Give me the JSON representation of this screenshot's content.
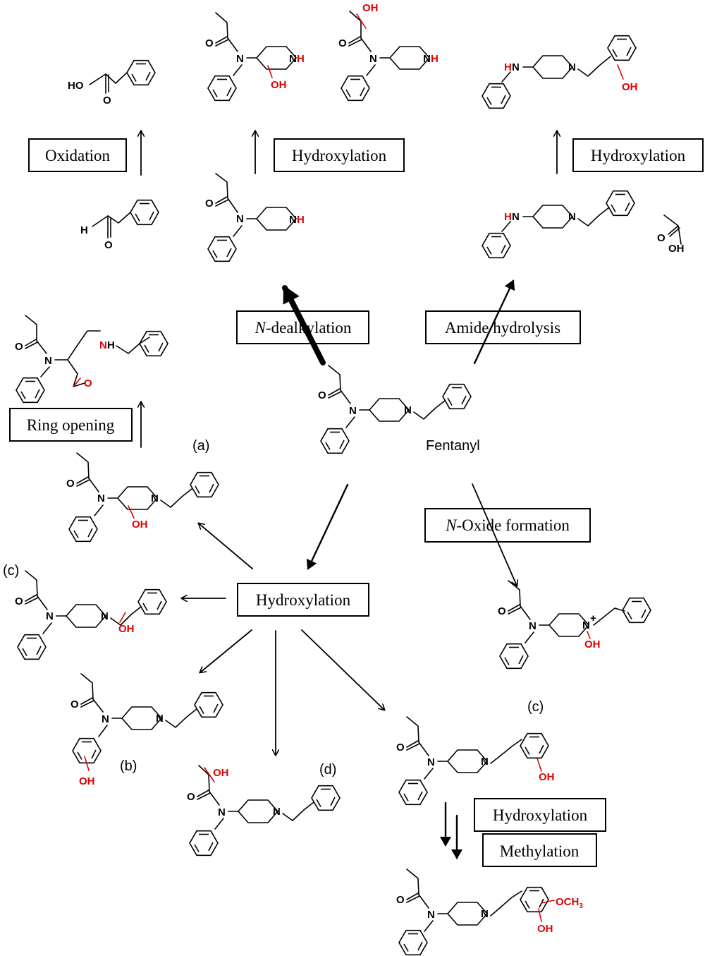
{
  "center_label": "Fentanyl",
  "reactions": {
    "oxidation": "Oxidation",
    "hydroxylation_top_mid": "Hydroxylation",
    "hydroxylation_top_right": "Hydroxylation",
    "n_dealkylation_prefix": "N",
    "n_dealkylation_suffix": "-dealkylation",
    "amide_hydrolysis": "Amide hydrolysis",
    "ring_opening": "Ring opening",
    "n_oxide_prefix": "N",
    "n_oxide_suffix": "-Oxide formation",
    "hydroxylation_center": "Hydroxylation",
    "hydroxylation_bottom": "Hydroxylation",
    "methylation": "Methylation"
  },
  "labels": {
    "a": "(a)",
    "b": "(b)",
    "c_left": "(c)",
    "c_right": "(c)",
    "d": "(d)"
  },
  "atoms": {
    "ho": "HO",
    "oh": "OH",
    "h": "H",
    "o": "O",
    "n": "N",
    "hn": "HN",
    "plus": "+",
    "och3": "OCH"
  },
  "colors": {
    "highlight": "#e00000",
    "ink": "#000000"
  }
}
